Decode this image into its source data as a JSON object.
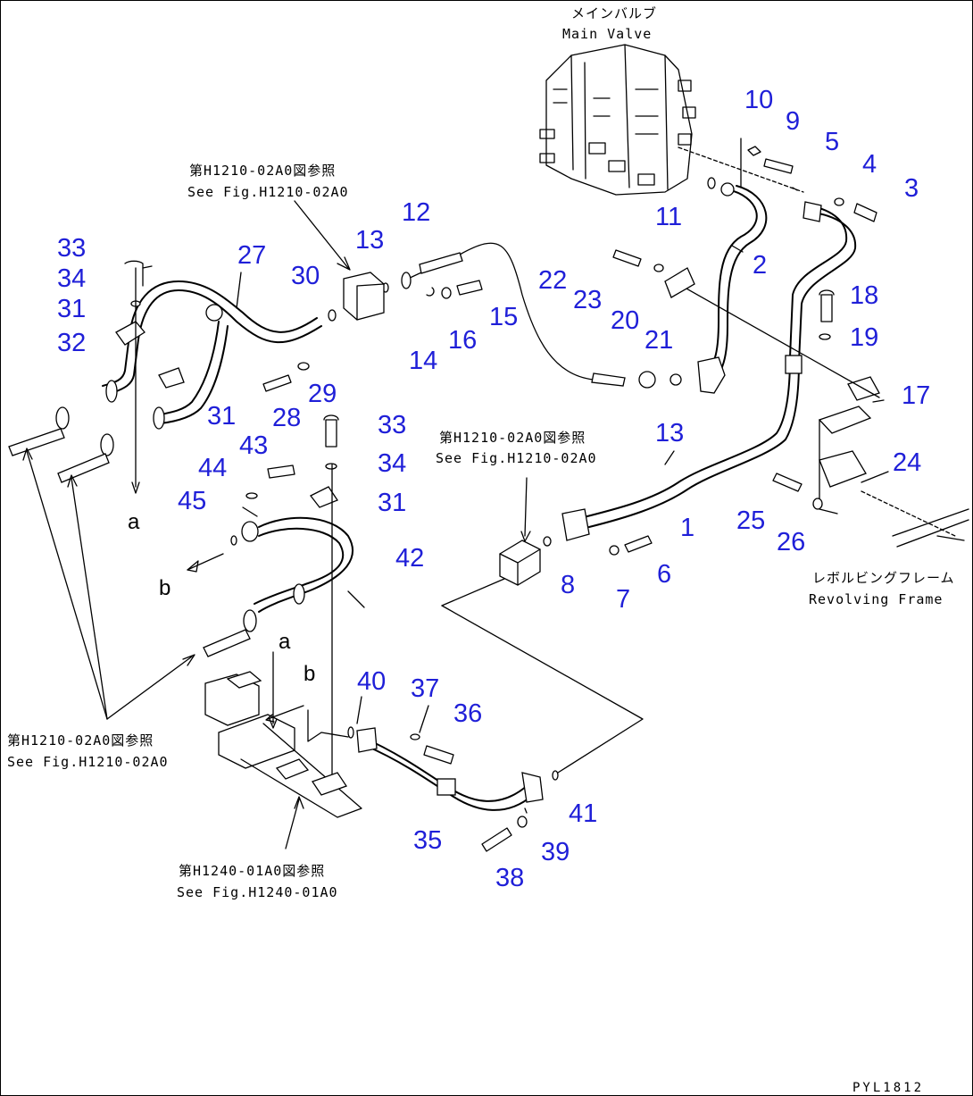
{
  "labels": {
    "main_valve_jp": "メインバルブ",
    "main_valve_en": "Main Valve",
    "ref1_jp": "第H1210-02A0図参照",
    "ref1_en": "See Fig.H1210-02A0",
    "ref2_jp": "第H1210-02A0図参照",
    "ref2_en": "See Fig.H1210-02A0",
    "ref3_jp": "第H1210-02A0図参照",
    "ref3_en": "See Fig.H1210-02A0",
    "ref4_jp": "第H1240-01A0図参照",
    "ref4_en": "See Fig.H1240-01A0",
    "revolving_jp": "レボルビングフレーム",
    "revolving_en": "Revolving Frame",
    "letter_a": "a",
    "letter_b": "b",
    "drawing_code": "PYL1812"
  },
  "part_numbers": {
    "p1": "1",
    "p2": "2",
    "p3": "3",
    "p4": "4",
    "p5": "5",
    "p6": "6",
    "p7": "7",
    "p8": "8",
    "p9": "9",
    "p10": "10",
    "p11": "11",
    "p12": "12",
    "p13": "13",
    "p14": "14",
    "p15": "15",
    "p16": "16",
    "p17": "17",
    "p18": "18",
    "p19": "19",
    "p20": "20",
    "p21": "21",
    "p22": "22",
    "p23": "23",
    "p24": "24",
    "p25": "25",
    "p26": "26",
    "p27": "27",
    "p28": "28",
    "p29": "29",
    "p30": "30",
    "p31": "31",
    "p32": "32",
    "p33": "33",
    "p34": "34",
    "p35": "35",
    "p36": "36",
    "p37": "37",
    "p38": "38",
    "p39": "39",
    "p40": "40",
    "p41": "41",
    "p42": "42",
    "p43": "43",
    "p44": "44",
    "p45": "45"
  }
}
